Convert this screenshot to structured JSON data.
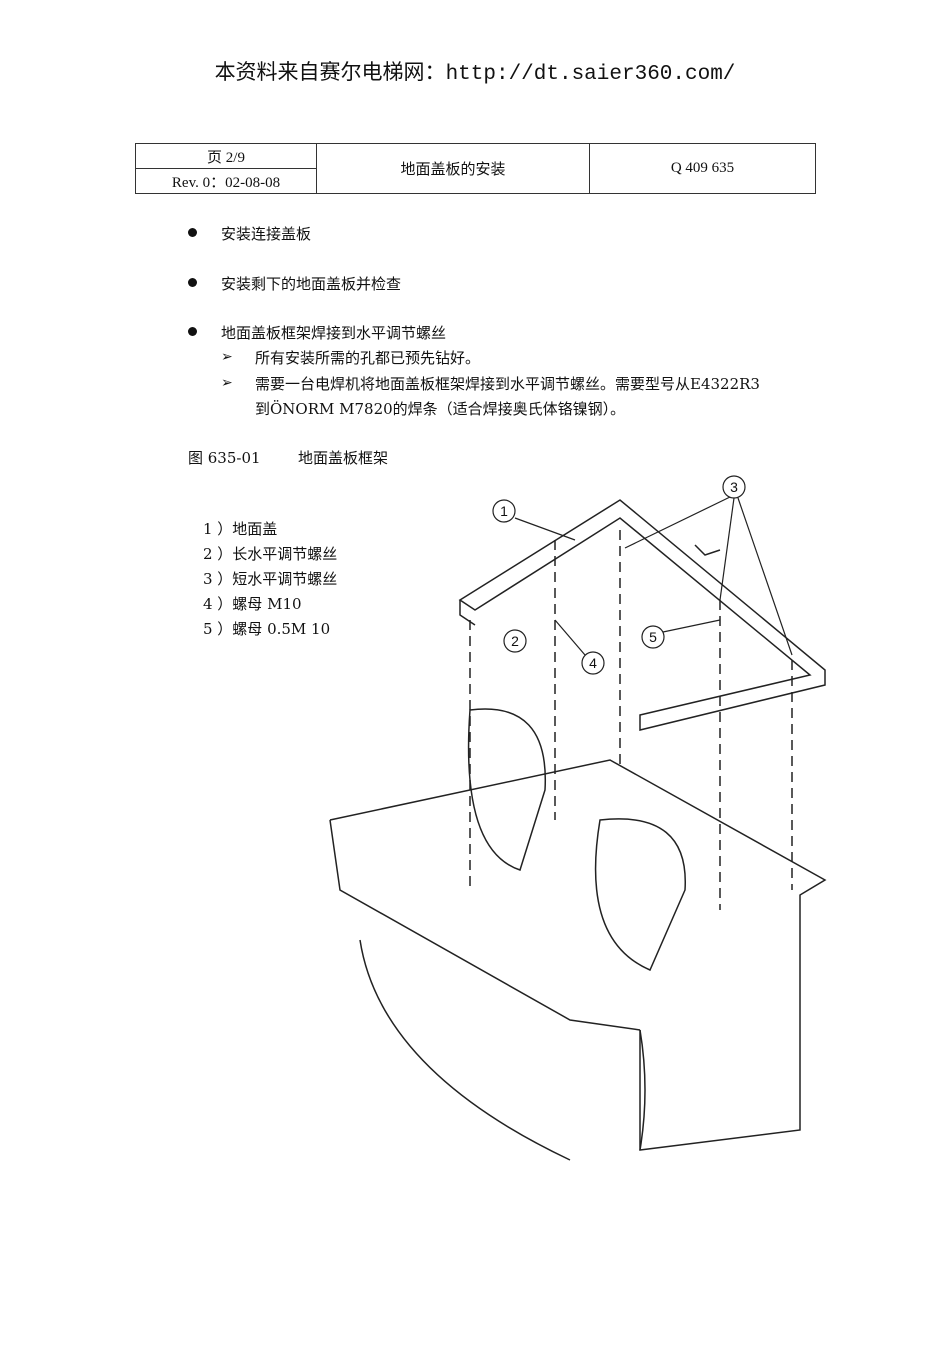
{
  "header": {
    "source_prefix": "本资料来自赛尔电梯网：",
    "source_url": "http://dt.saier360.com/"
  },
  "meta_table": {
    "page": "页  2/9",
    "revision": "Rev. 0：02-08-08",
    "title": "地面盖板的安装",
    "doc_number": "Q 409 635"
  },
  "bullets": [
    "安装连接盖板",
    "安装剩下的地面盖板并检查",
    "地面盖板框架焊接到水平调节螺丝"
  ],
  "sub_items": [
    "所有安装所需的孔都已预先钻好。",
    "需要一台电焊机将地面盖板框架焊接到水平调节螺丝。需要型号从E4322R3",
    "到ÖNORM M7820的焊条（适合焊接奥氏体铬镍钢）。"
  ],
  "figure": {
    "number": "图 635-01",
    "title": "地面盖板框架",
    "legend": [
      "1 ）地面盖",
      "2 ）长水平调节螺丝",
      "3 ）短水平调节螺丝",
      "4 ）螺母 M10",
      "5 ）螺母 0.5M 10"
    ],
    "callouts": [
      "1",
      "2",
      "3",
      "4",
      "5"
    ]
  }
}
